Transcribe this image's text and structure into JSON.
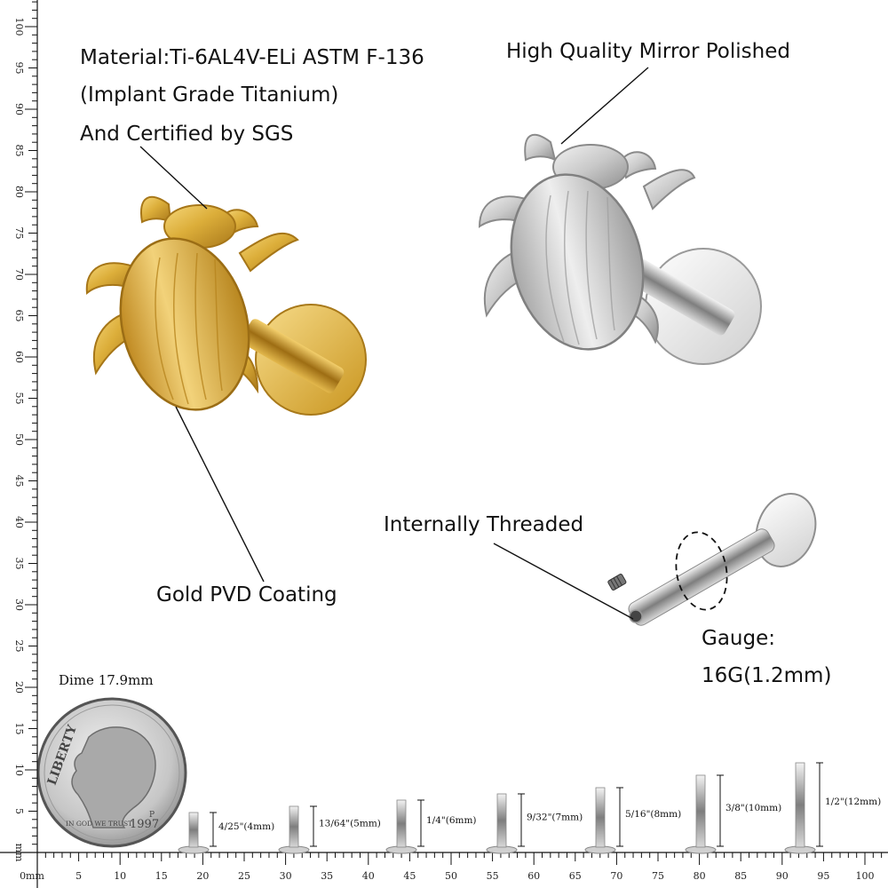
{
  "annotations": {
    "material": [
      "Material:Ti-6AL4V-ELi ASTM F-136",
      "(Implant Grade Titanium)",
      "And Certified by SGS"
    ],
    "polish": "High Quality Mirror Polished",
    "coating": "Gold PVD Coating",
    "threaded": "Internally Threaded",
    "gauge": [
      "Gauge:",
      "16G(1.2mm)"
    ]
  },
  "dime": {
    "label": "Dime 17.9mm",
    "liberty": "LIBERTY",
    "motto": "IN GOD WE TRUST",
    "year": "1997",
    "mint": "P"
  },
  "ruler": {
    "unit": "mm",
    "bottom_ticks": [
      "0mm",
      "5",
      "10",
      "15",
      "20",
      "25",
      "30",
      "35",
      "40",
      "45",
      "50",
      "55",
      "60",
      "65",
      "70",
      "75",
      "80",
      "85",
      "90",
      "95",
      "100"
    ],
    "left_ticks": [
      "mm",
      "5",
      "10",
      "15",
      "20",
      "25",
      "30",
      "35",
      "40",
      "45",
      "50",
      "55",
      "60",
      "65",
      "70",
      "75",
      "80",
      "85",
      "90",
      "95",
      "100"
    ]
  },
  "posts": [
    {
      "label": "4/25\"(4mm)",
      "length_mm": 4
    },
    {
      "label": "13/64\"(5mm)",
      "length_mm": 5
    },
    {
      "label": "1/4\"(6mm)",
      "length_mm": 6
    },
    {
      "label": "9/32\"(7mm)",
      "length_mm": 7
    },
    {
      "label": "5/16\"(8mm)",
      "length_mm": 8
    },
    {
      "label": "3/8\"(10mm)",
      "length_mm": 10
    },
    {
      "label": "1/2\"(12mm)",
      "length_mm": 12
    }
  ],
  "colors": {
    "gold": "#d9a92c",
    "silver": "#c8c8c8",
    "line": "#111111"
  }
}
